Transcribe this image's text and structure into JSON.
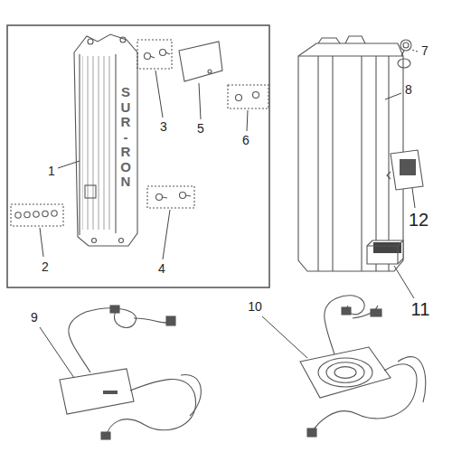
{
  "diagram": {
    "labels": [
      "1",
      "2",
      "3",
      "4",
      "5",
      "6",
      "SUR-RON",
      "7",
      "8",
      "9",
      "10",
      "11",
      "12"
    ]
  }
}
